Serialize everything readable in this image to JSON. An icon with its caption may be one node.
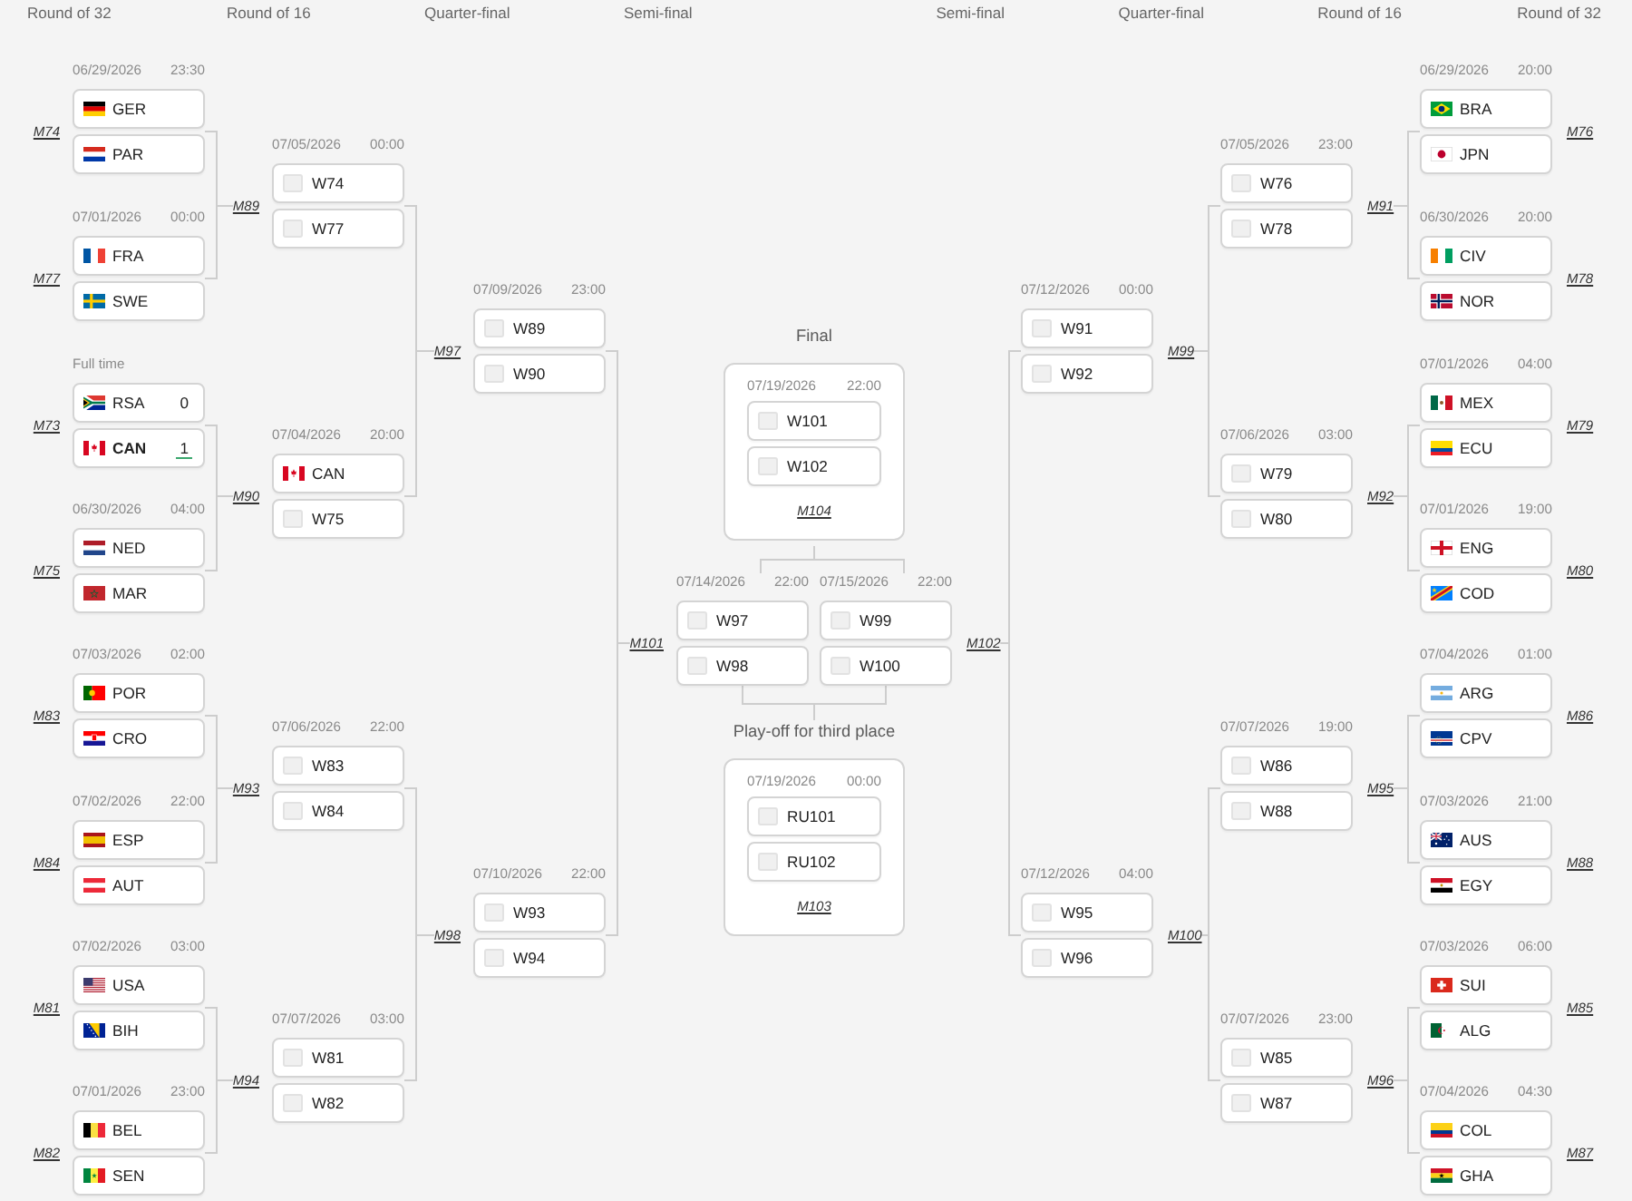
{
  "diagram": {
    "nodes": [
      {
        "text": [
          "06/29/2026",
          "23:30"
        ],
        "beside": [
          "M74"
        ]
      },
      {
        "text": [
          "GER"
        ],
        "in": 0
      },
      {
        "text": [
          "PAR"
        ],
        "in": 0
      },
      {
        "text": [
          "07/01/2026",
          "00:00"
        ],
        "beside": [
          "M77"
        ]
      },
      {
        "text": [
          "FRA"
        ],
        "in": 3
      },
      {
        "text": [
          "SWE"
        ],
        "in": 3
      },
      {
        "text": [
          "Full time"
        ],
        "beside": [
          "M73"
        ]
      },
      {
        "text": [
          "RSA",
          "0"
        ],
        "in": 6
      },
      {
        "text": [
          "CAN",
          "1"
        ],
        "in": 6
      },
      {
        "text": [
          "06/30/2026",
          "04:00"
        ],
        "beside": [
          "M75"
        ]
      },
      {
        "text": [
          "NED"
        ],
        "in": 9
      },
      {
        "text": [
          "MAR"
        ],
        "in": 9
      },
      {
        "text": [
          "07/03/2026",
          "02:00"
        ],
        "beside": [
          "M83"
        ]
      },
      {
        "text": [
          "POR"
        ],
        "in": 12
      },
      {
        "text": [
          "CRO"
        ],
        "in": 12
      },
      {
        "text": [
          "07/02/2026",
          "22:00"
        ],
        "beside": [
          "M84"
        ]
      },
      {
        "text": [
          "ESP"
        ],
        "in": 15
      },
      {
        "text": [
          "AUT"
        ],
        "in": 15
      },
      {
        "text": [
          "07/02/2026",
          "03:00"
        ],
        "beside": [
          "M81"
        ]
      },
      {
        "text": [
          "USA"
        ],
        "in": 18
      },
      {
        "text": [
          "BIH"
        ],
        "in": 18
      },
      {
        "text": [
          "07/01/2026",
          "23:00"
        ],
        "beside": [
          "M82"
        ]
      },
      {
        "text": [
          "BEL"
        ],
        "in": 21
      },
      {
        "text": [
          "SEN"
        ],
        "in": 21
      },
      {
        "text": [
          "07/05/2026",
          "00:00"
        ],
        "beside": [
          "M89"
        ]
      },
      {
        "text": [
          "W74"
        ],
        "in": 24
      },
      {
        "text": [
          "W77"
        ],
        "in": 24
      },
      {
        "text": [
          "07/04/2026",
          "20:00"
        ],
        "beside": [
          "M90"
        ]
      },
      {
        "text": [
          "CAN"
        ],
        "in": 27
      },
      {
        "text": [
          "W75"
        ],
        "in": 27
      },
      {
        "text": [
          "07/06/2026",
          "22:00"
        ],
        "beside": [
          "M93"
        ]
      },
      {
        "text": [
          "W83"
        ],
        "in": 30
      },
      {
        "text": [
          "W84"
        ],
        "in": 30
      },
      {
        "text": [
          "07/07/2026",
          "03:00"
        ],
        "beside": [
          "M94"
        ]
      },
      {
        "text": [
          "W81"
        ],
        "in": 33
      },
      {
        "text": [
          "W82"
        ],
        "in": 33
      },
      {
        "text": [
          "07/09/2026",
          "23:00"
        ],
        "beside": [
          "M97"
        ]
      },
      {
        "text": [
          "W89"
        ],
        "in": 36
      },
      {
        "text": [
          "W90"
        ],
        "in": 36
      },
      {
        "text": [
          "07/10/2026",
          "22:00"
        ],
        "beside": [
          "M98"
        ]
      },
      {
        "text": [
          "W93"
        ],
        "in": 39
      },
      {
        "text": [
          "W94"
        ],
        "in": 39
      },
      {
        "text": [
          "07/14/2026",
          "22:00"
        ],
        "beside": [
          "M101"
        ]
      },
      {
        "text": [
          "W97"
        ],
        "in": 42
      },
      {
        "text": [
          "W98"
        ],
        "in": 42
      },
      {
        "text": [
          "Final",
          "07/19/2026",
          "22:00",
          "M104"
        ]
      },
      {
        "text": [
          "W101"
        ],
        "in": 45
      },
      {
        "text": [
          "W102"
        ],
        "in": 45
      },
      {
        "text": [
          "Play-off for third place",
          "07/19/2026",
          "00:00",
          "M103"
        ]
      },
      {
        "text": [
          "RU101"
        ],
        "in": 48
      },
      {
        "text": [
          "RU102"
        ],
        "in": 48
      },
      {
        "text": [
          "07/15/2026",
          "22:00"
        ],
        "beside": [
          "M102"
        ]
      },
      {
        "text": [
          "W99"
        ],
        "in": 51
      },
      {
        "text": [
          "W100"
        ],
        "in": 51
      },
      {
        "text": [
          "07/12/2026",
          "00:00"
        ],
        "beside": [
          "M99"
        ]
      },
      {
        "text": [
          "W91"
        ],
        "in": 54
      },
      {
        "text": [
          "W92"
        ],
        "in": 54
      },
      {
        "text": [
          "07/12/2026",
          "04:00"
        ],
        "beside": [
          "M100"
        ]
      },
      {
        "text": [
          "W95"
        ],
        "in": 57
      },
      {
        "text": [
          "W96"
        ],
        "in": 57
      },
      {
        "text": [
          "07/05/2026",
          "23:00"
        ],
        "beside": [
          "M91"
        ]
      },
      {
        "text": [
          "W76"
        ],
        "in": 60
      },
      {
        "text": [
          "W78"
        ],
        "in": 60
      },
      {
        "text": [
          "07/06/2026",
          "03:00"
        ],
        "beside": [
          "M92"
        ]
      },
      {
        "text": [
          "W79"
        ],
        "in": 63
      },
      {
        "text": [
          "W80"
        ],
        "in": 63
      },
      {
        "text": [
          "07/07/2026",
          "19:00"
        ],
        "beside": [
          "M95"
        ]
      },
      {
        "text": [
          "W86"
        ],
        "in": 66
      },
      {
        "text": [
          "W88"
        ],
        "in": 66
      },
      {
        "text": [
          "07/07/2026",
          "23:00"
        ],
        "beside": [
          "M96"
        ]
      },
      {
        "text": [
          "W85"
        ],
        "in": 69
      },
      {
        "text": [
          "W87"
        ],
        "in": 69
      },
      {
        "text": [
          "06/29/2026",
          "20:00"
        ],
        "beside": [
          "M76"
        ]
      },
      {
        "text": [
          "BRA"
        ],
        "in": 72
      },
      {
        "text": [
          "JPN"
        ],
        "in": 72
      },
      {
        "text": [
          "06/30/2026",
          "20:00"
        ],
        "beside": [
          "M78"
        ]
      },
      {
        "text": [
          "CIV"
        ],
        "in": 75
      },
      {
        "text": [
          "NOR"
        ],
        "in": 75
      },
      {
        "text": [
          "07/01/2026",
          "04:00"
        ],
        "beside": [
          "M79"
        ]
      },
      {
        "text": [
          "MEX"
        ],
        "in": 78
      },
      {
        "text": [
          "ECU"
        ],
        "in": 78
      },
      {
        "text": [
          "07/01/2026",
          "19:00"
        ],
        "beside": [
          "M80"
        ]
      },
      {
        "text": [
          "ENG"
        ],
        "in": 81
      },
      {
        "text": [
          "COD"
        ],
        "in": 81
      },
      {
        "text": [
          "07/04/2026",
          "01:00"
        ],
        "beside": [
          "M86"
        ]
      },
      {
        "text": [
          "ARG"
        ],
        "in": 84
      },
      {
        "text": [
          "CPV"
        ],
        "in": 84
      },
      {
        "text": [
          "07/03/2026",
          "21:00"
        ],
        "beside": [
          "M88"
        ]
      },
      {
        "text": [
          "AUS"
        ],
        "in": 87
      },
      {
        "text": [
          "EGY"
        ],
        "in": 87
      },
      {
        "text": [
          "07/03/2026",
          "06:00"
        ],
        "beside": [
          "M85"
        ]
      },
      {
        "text": [
          "SUI"
        ],
        "in": 90
      },
      {
        "text": [
          "ALG"
        ],
        "in": 90
      },
      {
        "text": [
          "07/04/2026",
          "04:30"
        ],
        "beside": [
          "M87"
        ]
      },
      {
        "text": [
          "COL"
        ],
        "in": 93
      },
      {
        "text": [
          "GHA"
        ],
        "in": 93
      }
    ],
    "edges": [
      {
        "from": 0,
        "to": 24,
        "arrow": "none"
      },
      {
        "from": 3,
        "to": 24,
        "arrow": "none"
      },
      {
        "from": 6,
        "to": 27,
        "arrow": "none"
      },
      {
        "from": 9,
        "to": 27,
        "arrow": "none"
      },
      {
        "from": 12,
        "to": 30,
        "arrow": "none"
      },
      {
        "from": 15,
        "to": 30,
        "arrow": "none"
      },
      {
        "from": 18,
        "to": 33,
        "arrow": "none"
      },
      {
        "from": 21,
        "to": 33,
        "arrow": "none"
      },
      {
        "from": 24,
        "to": 36,
        "arrow": "none"
      },
      {
        "from": 27,
        "to": 36,
        "arrow": "none"
      },
      {
        "from": 30,
        "to": 39,
        "arrow": "none"
      },
      {
        "from": 33,
        "to": 39,
        "arrow": "none"
      },
      {
        "from": 36,
        "to": 42,
        "arrow": "none"
      },
      {
        "from": 39,
        "to": 42,
        "arrow": "none"
      },
      {
        "from": 42,
        "to": 45,
        "arrow": "none"
      },
      {
        "from": 51,
        "to": 45,
        "arrow": "none"
      },
      {
        "from": 42,
        "to": 48,
        "arrow": "none"
      },
      {
        "from": 51,
        "to": 48,
        "arrow": "none"
      },
      {
        "from": 54,
        "to": 51,
        "arrow": "none"
      },
      {
        "from": 57,
        "to": 51,
        "arrow": "none"
      },
      {
        "from": 60,
        "to": 54,
        "arrow": "none"
      },
      {
        "from": 63,
        "to": 54,
        "arrow": "none"
      },
      {
        "from": 66,
        "to": 57,
        "arrow": "none"
      },
      {
        "from": 69,
        "to": 57,
        "arrow": "none"
      },
      {
        "from": 72,
        "to": 60,
        "arrow": "none"
      },
      {
        "from": 75,
        "to": 60,
        "arrow": "none"
      },
      {
        "from": 78,
        "to": 63,
        "arrow": "none"
      },
      {
        "from": 81,
        "to": 63,
        "arrow": "none"
      },
      {
        "from": 84,
        "to": 66,
        "arrow": "none"
      },
      {
        "from": 87,
        "to": 66,
        "arrow": "none"
      },
      {
        "from": 90,
        "to": 69,
        "arrow": "none"
      },
      {
        "from": 93,
        "to": 69,
        "arrow": "none"
      }
    ],
    "labels": [
      "Round of 32",
      "Round of 16",
      "Quarter-final",
      "Semi-final",
      "Semi-final",
      "Quarter-final",
      "Round of 16",
      "Round of 32"
    ]
  }
}
